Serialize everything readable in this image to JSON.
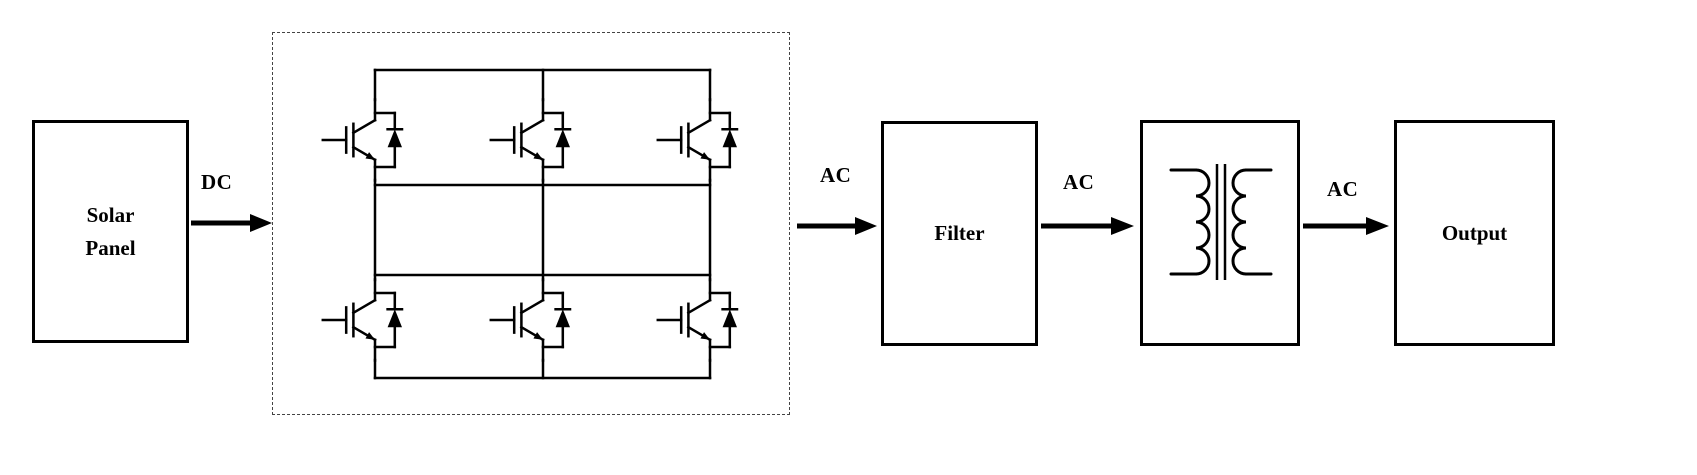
{
  "blocks": {
    "solar_panel": {
      "line1": "Solar",
      "line2": "Panel"
    },
    "inverter": {
      "symbol": "three-phase-igbt-inverter-bridge"
    },
    "filter": {
      "label": "Filter"
    },
    "transformer": {
      "symbol": "transformer"
    },
    "output": {
      "label": "Output"
    }
  },
  "arrows": {
    "dc": {
      "label": "DC"
    },
    "ac_filter": {
      "label": "AC"
    },
    "ac_transformer": {
      "label": "AC"
    },
    "ac_output": {
      "label": "AC"
    }
  },
  "colors": {
    "line": "#000000",
    "background": "#ffffff"
  }
}
